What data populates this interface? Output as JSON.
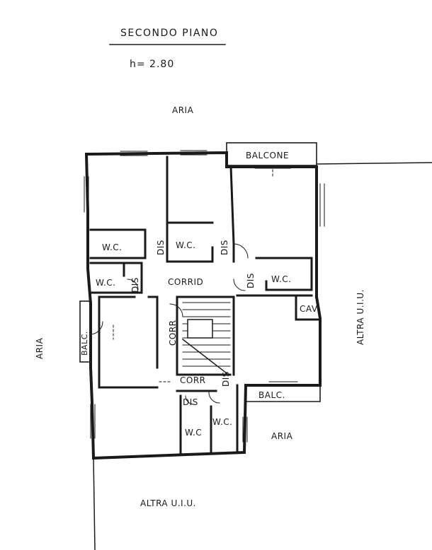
{
  "title": "SECONDO PIANO",
  "height_label": "h= 2.80",
  "labels": {
    "aria_top": "ARIA",
    "aria_left": "ARIA",
    "aria_bottom_right": "ARIA",
    "altra_right": "ALTRA U.I.U.",
    "altra_bottom": "ALTRA U.I.U.",
    "balcone": "BALCONE",
    "balc_left": "BALC.",
    "balc_right": "BALC.",
    "cav": "CAV",
    "corrid": "CORRID",
    "corr_stair": "CORR",
    "corr_lower": "CORR",
    "wc_1": "W.C.",
    "wc_2": "W.C.",
    "wc_3": "W.C.",
    "wc_4": "W.C.",
    "wc_5": "W.C",
    "wc_6": "W.C.",
    "dis_1": "DIS",
    "dis_2": "DIS",
    "dis_3": "DIS",
    "dis_4": "DIS",
    "dis_5": "DIS",
    "dis_6": "DIS"
  }
}
